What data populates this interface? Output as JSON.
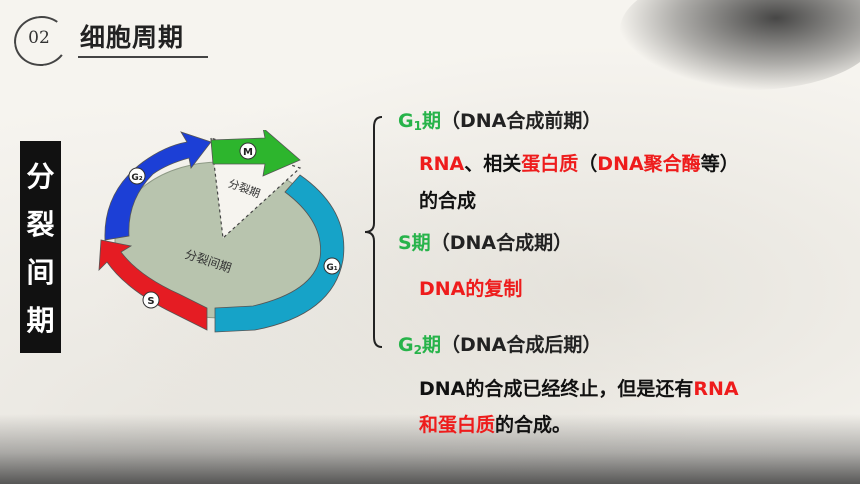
{
  "header": {
    "number": "02",
    "title": "细胞周期"
  },
  "side_label": [
    "分",
    "裂",
    "间",
    "期"
  ],
  "cycle": {
    "inner_label": "分裂间期",
    "wedge_label": "分裂期",
    "arrows": {
      "m": {
        "label": "M",
        "color": "#2db52d"
      },
      "g1": {
        "label": "G₁",
        "color": "#16a3c8"
      },
      "s": {
        "label": "S",
        "color": "#e51c23"
      },
      "g2": {
        "label": "G₂",
        "color": "#1c3fd6"
      }
    }
  },
  "g1": {
    "title_g": "G",
    "title_sub": "1",
    "title_qi": "期",
    "title_paren": "（DNA合成前期）",
    "desc_1": "RNA",
    "desc_2": "、相关",
    "desc_3": "蛋白质",
    "desc_4": "（",
    "desc_5": "DNA聚合酶",
    "desc_6": "等）",
    "desc_line2": "的合成"
  },
  "s": {
    "title_s": "S期",
    "title_paren": "（DNA合成期）",
    "desc": "DNA的复制"
  },
  "g2": {
    "title_g": "G",
    "title_sub": "2",
    "title_qi": "期",
    "title_paren": "（DNA合成后期）",
    "desc_1": "DNA的合成已经终止，但是还有",
    "desc_2": "RNA",
    "desc_3": "和蛋白质",
    "desc_4": "的合成。"
  }
}
